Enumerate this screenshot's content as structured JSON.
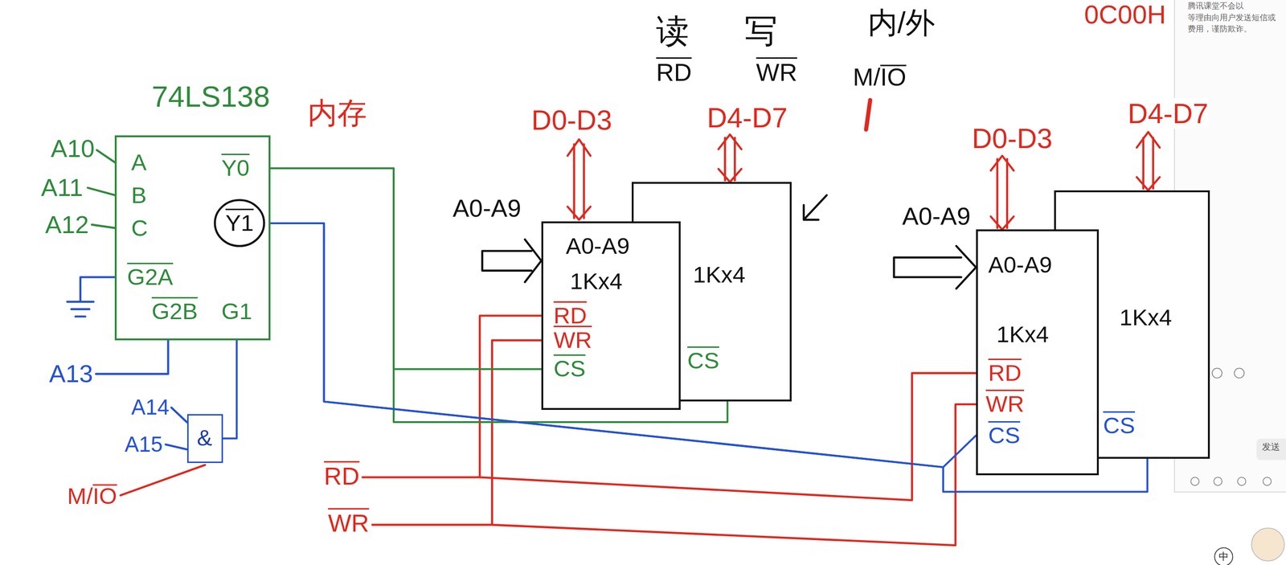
{
  "diagram": {
    "nodes": [
      {
        "text": [
          "A",
          "B",
          "C",
          "G2A",
          "G2B",
          "Y0",
          "Y1",
          "G1"
        ]
      },
      {
        "text": [
          "&"
        ]
      },
      {
        "text": [
          "A0-A9",
          "1Kx4",
          "RD",
          "WR",
          "CS"
        ]
      },
      {
        "text": [
          "1Kx4",
          "CS"
        ]
      },
      {
        "text": [
          "A0-A9",
          "1Kx4",
          "RD",
          "WR",
          "CS"
        ]
      },
      {
        "text": [
          "1Kx4",
          "CS"
        ]
      }
    ],
    "edges": [
      {
        "from": 1,
        "to": 0,
        "arrow": "none"
      },
      {
        "from": 0,
        "to": 2,
        "arrow": "none"
      },
      {
        "from": 0,
        "to": 3,
        "arrow": "none"
      },
      {
        "from": 0,
        "to": 4,
        "arrow": "none"
      },
      {
        "from": 0,
        "to": 5,
        "arrow": "none"
      }
    ],
    "labels": [
      "74LS138",
      "内存",
      "读",
      "写",
      "内/外",
      "RD",
      "WR",
      "M/IO",
      "0C00H",
      "A10",
      "A11",
      "A12",
      "A13",
      "A14",
      "A15",
      "M/IO",
      "RD",
      "WR",
      "D0-D3",
      "D4-D7",
      "A0-A9",
      "D0-D3",
      "D4-D7",
      "A0-A9",
      "腾讯课堂不会以",
      "等理由向用户发送短信或",
      "费用，谨防欺诈。",
      "发送",
      "中"
    ]
  }
}
